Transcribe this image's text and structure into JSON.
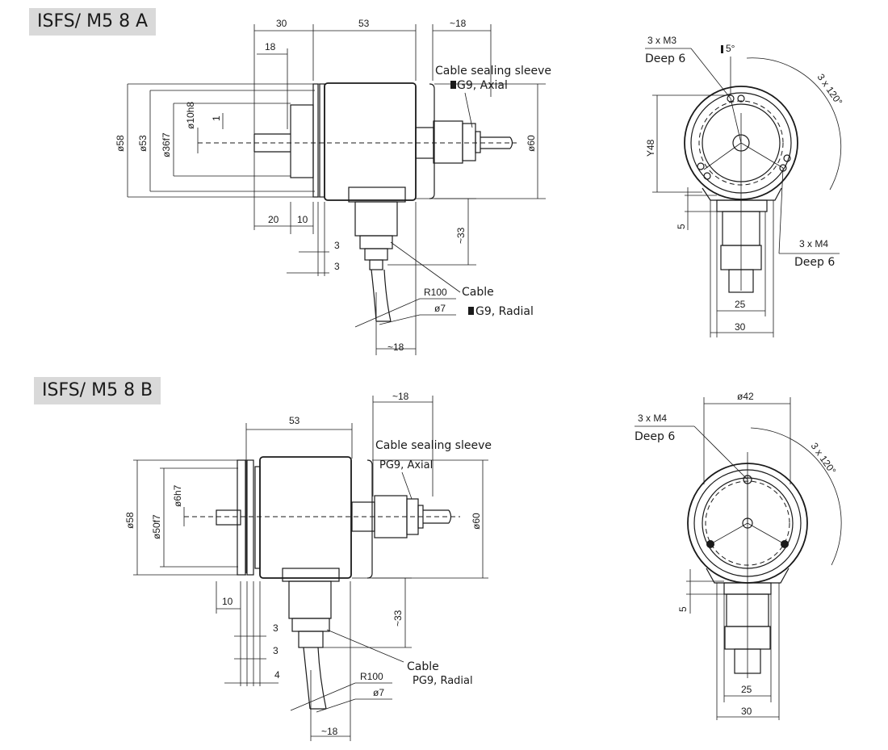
{
  "section_a": {
    "title": "ISFS/ M5 8 A",
    "dims_top": [
      "30",
      "53",
      "~18",
      "18"
    ],
    "dims_left": [
      "ø58",
      "ø53",
      "ø36f7",
      "ø10h8",
      "1"
    ],
    "dims_bottom": [
      "20",
      "10",
      "3",
      "3",
      "~18"
    ],
    "dim_right": "ø60",
    "dim_drop": "~33",
    "axial_label": "Cable sealing sleeve",
    "axial_sub": "G9, Axial",
    "radial_cable": "Cable",
    "radial_r": "R100",
    "radial_d": "ø7",
    "radial_sub": "G9, Radial",
    "front_m3": "3 x M3",
    "front_m3_deep": "Deep 6",
    "front_angle": "5°",
    "front_arc": "3 x 120°",
    "front_y48": "Y48",
    "front_5": "5",
    "front_m4": "3 x M4",
    "front_m4_deep": "Deep 6",
    "front_25": "25",
    "front_30": "30"
  },
  "section_b": {
    "title": "ISFS/ M5 8 B",
    "dims_top": [
      "53",
      "~18"
    ],
    "dims_left": [
      "ø58",
      "ø50f7",
      "ø6h7"
    ],
    "dims_bottom": [
      "10",
      "3",
      "3",
      "4",
      "~18"
    ],
    "dim_right": "ø60",
    "dim_drop": "~33",
    "axial_label": "Cable sealing sleeve",
    "axial_sub": "PG9, Axial",
    "radial_cable": "Cable",
    "radial_r": "R100",
    "radial_sub": "PG9, Radial",
    "radial_d": "ø7",
    "front_m4": "3 x M4",
    "front_m4_deep": "Deep 6",
    "front_d42": "ø42",
    "front_arc": "3 x 120°",
    "front_5": "5",
    "front_25": "25",
    "front_30": "30"
  }
}
